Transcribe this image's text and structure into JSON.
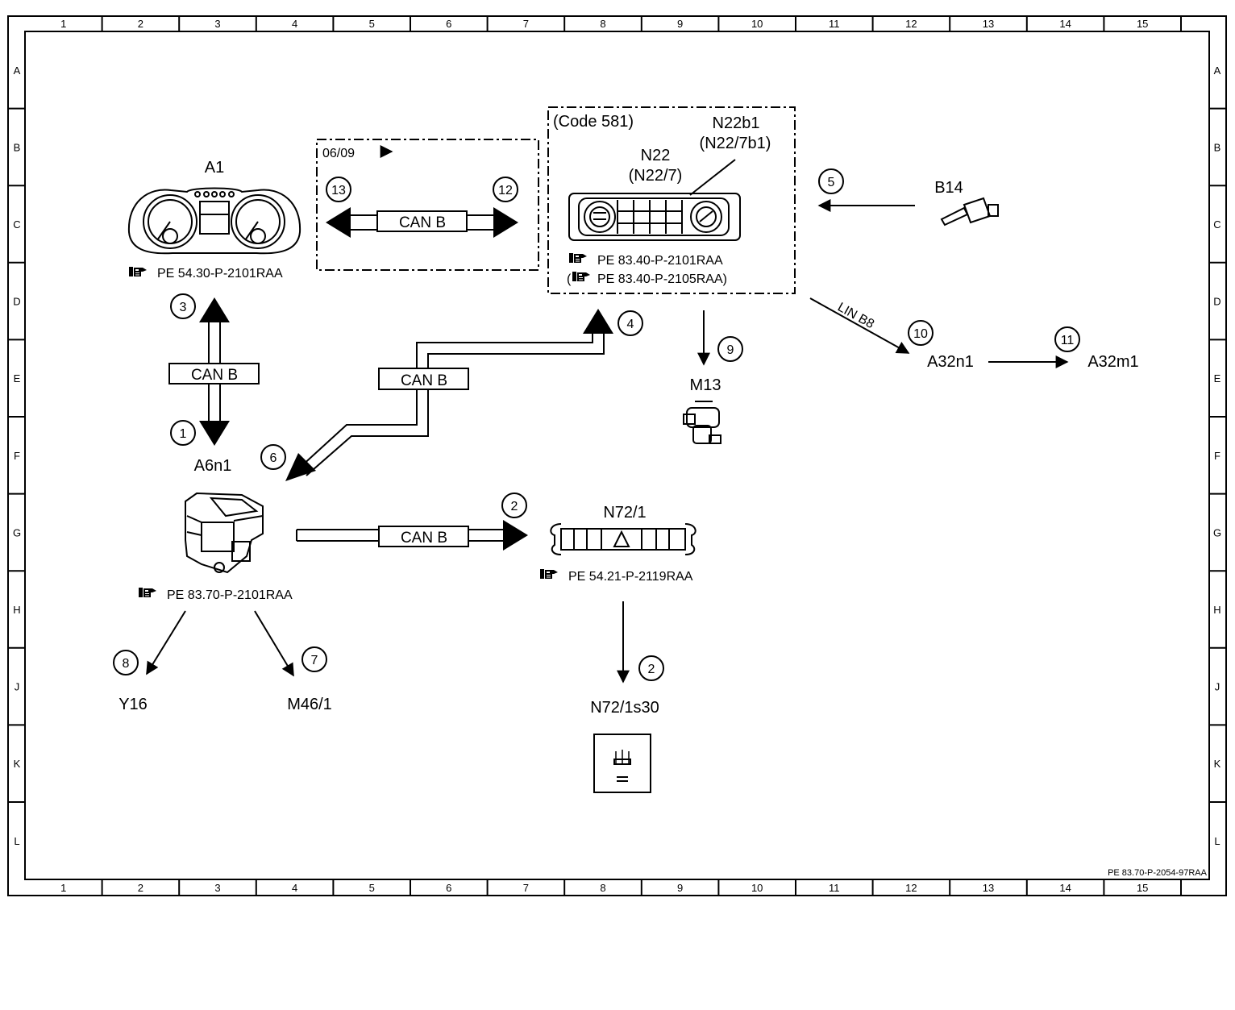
{
  "frame": {
    "columns": [
      "1",
      "2",
      "3",
      "4",
      "5",
      "6",
      "7",
      "8",
      "9",
      "10",
      "11",
      "12",
      "13",
      "14",
      "15"
    ],
    "rows": [
      "A",
      "B",
      "C",
      "D",
      "E",
      "F",
      "G",
      "H",
      "J",
      "K",
      "L"
    ],
    "document_id": "PE 83.70-P-2054-97RAA"
  },
  "components": {
    "a1": {
      "label": "A1",
      "ref": "PE 54.30-P-2101RAA"
    },
    "a6n1": {
      "label": "A6n1",
      "ref": "PE 83.70-P-2101RAA"
    },
    "n22": {
      "code": "(Code 581)",
      "label": "N22",
      "label_alt": "(N22/7)",
      "sensor": "N22b1",
      "sensor_alt": "(N22/7b1)",
      "ref1": "PE 83.40-P-2101RAA",
      "ref2": "PE 83.40-P-2105RAA)",
      "ref2_prefix": "("
    },
    "b14": {
      "label": "B14"
    },
    "m13": {
      "label": "M13"
    },
    "n72_1": {
      "label": "N72/1",
      "ref": "PE 54.21-P-2119RAA"
    },
    "n72_1s30": {
      "label": "N72/1s30"
    },
    "a32n1": {
      "label": "A32n1"
    },
    "a32m1": {
      "label": "A32m1"
    },
    "y16": {
      "label": "Y16"
    },
    "m46_1": {
      "label": "M46/1"
    }
  },
  "variant": {
    "date": "06/09"
  },
  "bus": {
    "can_b": "CAN B",
    "lin": "LIN B8"
  },
  "steps": [
    "1",
    "2",
    "3",
    "4",
    "5",
    "6",
    "7",
    "8",
    "9",
    "10",
    "11",
    "12",
    "13"
  ],
  "icons": {
    "reference": "pointing-hand-icon"
  }
}
